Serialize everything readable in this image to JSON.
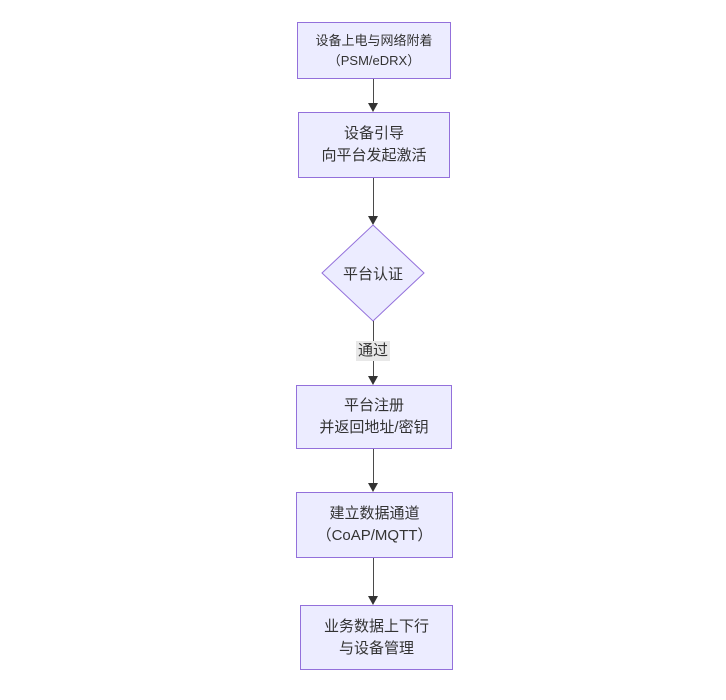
{
  "diagram": {
    "type": "flowchart-vertical",
    "colors": {
      "node_fill": "#ececff",
      "node_border": "#9370db",
      "node_text": "#333333",
      "edge_line": "#4a4a4a",
      "arrowhead": "#333333",
      "edge_label_bg": "#e8e8e8",
      "background": "#ffffff"
    },
    "nodes": [
      {
        "id": "power-network-attach",
        "shape": "rect",
        "lines": [
          "设备上电与网络附着",
          "（PSM/eDRX）"
        ]
      },
      {
        "id": "device-bootstrap",
        "shape": "rect",
        "lines": [
          "设备引导",
          "向平台发起激活"
        ]
      },
      {
        "id": "platform-auth",
        "shape": "diamond",
        "lines": [
          "平台认证"
        ]
      },
      {
        "id": "platform-register",
        "shape": "rect",
        "lines": [
          "平台注册",
          "并返回地址/密钥"
        ]
      },
      {
        "id": "data-channel",
        "shape": "rect",
        "lines": [
          "建立数据通道",
          "（CoAP/MQTT）"
        ]
      },
      {
        "id": "business-data",
        "shape": "rect",
        "lines": [
          "业务数据上下行",
          "与设备管理"
        ]
      }
    ],
    "edges": [
      {
        "from": "power-network-attach",
        "to": "device-bootstrap",
        "label": ""
      },
      {
        "from": "device-bootstrap",
        "to": "platform-auth",
        "label": ""
      },
      {
        "from": "platform-auth",
        "to": "platform-register",
        "label": "通过"
      },
      {
        "from": "platform-register",
        "to": "data-channel",
        "label": ""
      },
      {
        "from": "data-channel",
        "to": "business-data",
        "label": ""
      }
    ]
  }
}
